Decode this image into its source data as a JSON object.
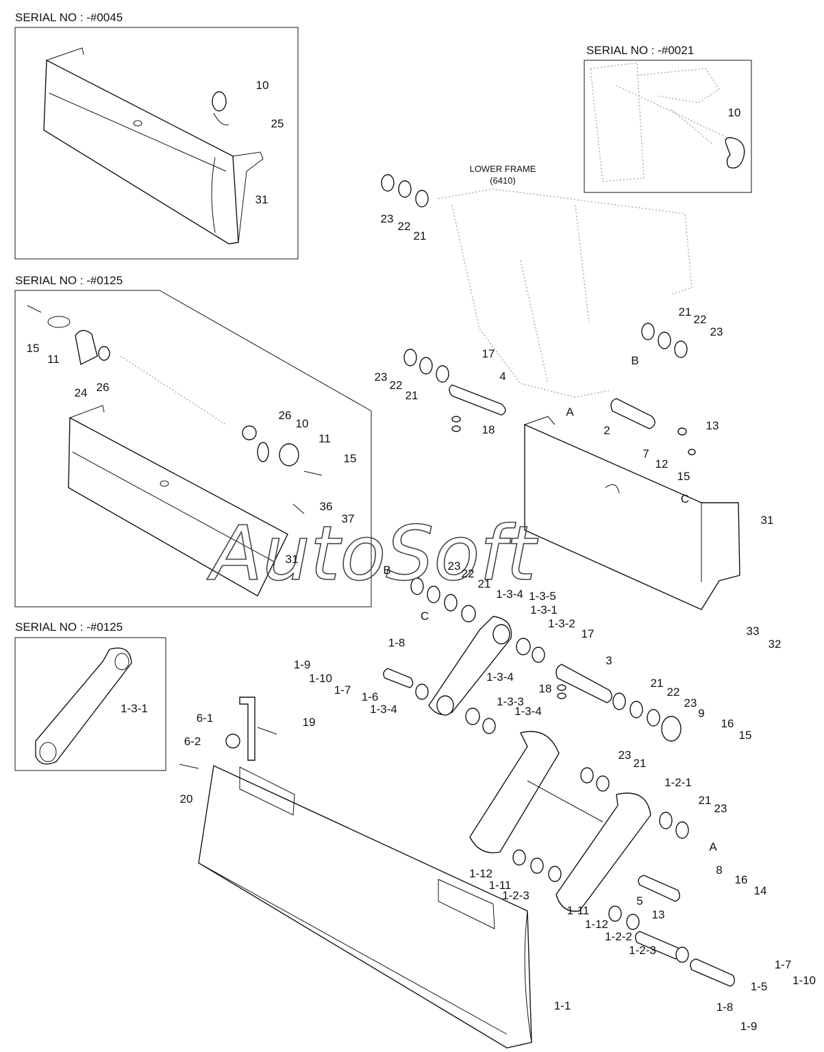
{
  "serials": [
    {
      "text": "SERIAL NO : -#0045"
    },
    {
      "text": "SERIAL NO : -#0021"
    },
    {
      "text": "SERIAL NO : -#0125"
    },
    {
      "text": "SERIAL NO : -#0125"
    }
  ],
  "lower_frame": {
    "title": "LOWER FRAME",
    "code": "(6410)"
  },
  "watermark": "AutoSoft",
  "callouts": {
    "inset0045": [
      "10",
      "25",
      "31"
    ],
    "inset0021": [
      "10"
    ],
    "inset0125a": [
      "15",
      "11",
      "24",
      "26",
      "26",
      "10",
      "11",
      "15",
      "36",
      "37",
      "31"
    ],
    "inset0125b": [
      "1-3-1"
    ],
    "frame": [
      "23",
      "22",
      "21",
      "21",
      "22",
      "23",
      "B",
      "23",
      "22",
      "21",
      "17",
      "4",
      "18",
      "A",
      "2",
      "13",
      "7",
      "12",
      "15",
      "C",
      "31",
      "33",
      "32"
    ],
    "link": [
      "B",
      "23",
      "22",
      "21",
      "1-3-4",
      "1-3-5",
      "C",
      "1-3-1",
      "1-3-2",
      "17",
      "1-8",
      "1-9",
      "1-10",
      "1-7",
      "1-6",
      "1-3-4",
      "3",
      "1-3-4",
      "18",
      "1-3-3",
      "1-3-4",
      "21",
      "22",
      "23",
      "9",
      "16",
      "15"
    ],
    "blade": [
      "6-1",
      "19",
      "6-2",
      "20",
      "23",
      "21",
      "1-2-1",
      "21",
      "23",
      "A",
      "8",
      "16",
      "14",
      "1-12",
      "1-11",
      "1-2-3",
      "5",
      "13",
      "1-11",
      "1-12",
      "1-2-2",
      "1-2-3",
      "1-7",
      "1-10",
      "1-5",
      "1-8",
      "1-9",
      "1-1"
    ]
  }
}
